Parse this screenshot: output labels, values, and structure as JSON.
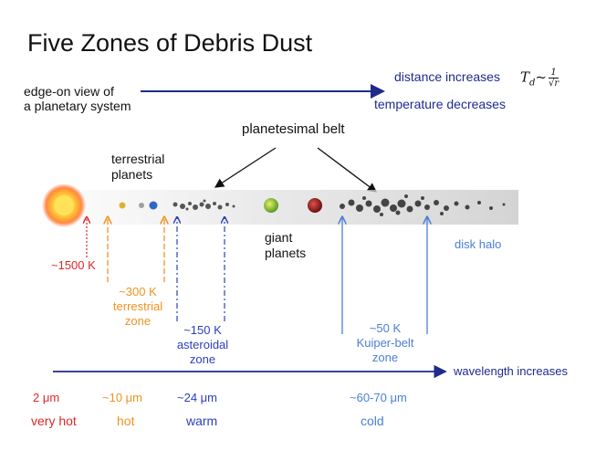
{
  "title": "Five Zones of Debris Dust",
  "view_label": [
    "edge-on view of",
    "a planetary system"
  ],
  "distance_label": "distance increases",
  "temperature_label": "temperature decreases",
  "formula": {
    "lhs": "T",
    "sub": "d",
    "op": "~",
    "num": "1",
    "den": "√r"
  },
  "planetesimal_belt": "planetesimal belt",
  "terrestrial_planets": [
    "terrestrial",
    "planets"
  ],
  "giant_planets": [
    "giant",
    "planets"
  ],
  "disk_halo": "disk halo",
  "zones": [
    {
      "temp": "~1500 K",
      "lines": [],
      "color": "#e0262a"
    },
    {
      "temp": "~300 K",
      "lines": [
        "terrestrial",
        "zone"
      ],
      "color": "#f0921e"
    },
    {
      "temp": "~150 K",
      "lines": [
        "asteroidal",
        "zone"
      ],
      "color": "#2b3fc0"
    },
    {
      "temp": "~50 K",
      "lines": [
        "Kuiper-belt",
        "zone"
      ],
      "color": "#4a7fd8"
    }
  ],
  "wavelength_label": "wavelength increases",
  "wavelengths": [
    "2 μm",
    "~10 μm",
    "~24 μm",
    "~60-70 μm"
  ],
  "heat": [
    "very hot",
    "hot",
    "warm",
    "cold"
  ],
  "colors": {
    "red": "#e0262a",
    "orange": "#f0921e",
    "blue": "#2b3fc0",
    "light_blue": "#4a7fd8",
    "navy": "#1f2a8c"
  }
}
